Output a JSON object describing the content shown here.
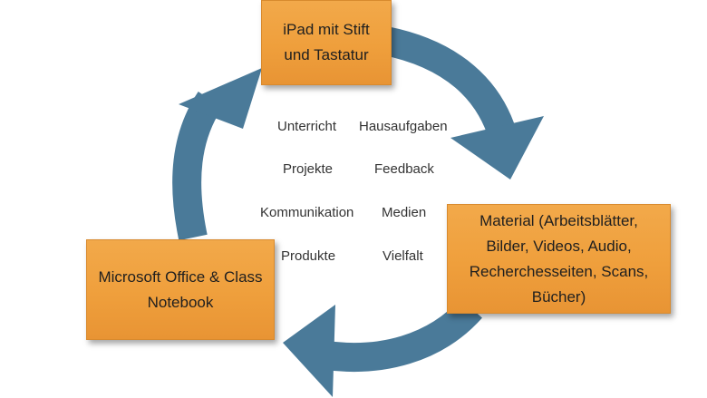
{
  "diagram": {
    "nodes": {
      "ipad": "iPad mit Stift\nund Tastatur",
      "material": "Material (Arbeitsblätter,\nBilder, Videos, Audio,\nRecherchesseiten, Scans,\nBücher)",
      "office": "Microsoft Office & Class\nNotebook"
    },
    "keywords": {
      "unterricht": "Unterricht",
      "hausaufgaben": "Hausaufgaben",
      "projekte": "Projekte",
      "feedback": "Feedback",
      "kommunikation": "Kommunikation",
      "medien": "Medien",
      "produkte": "Produkte",
      "vielfalt": "Vielfalt"
    },
    "colors": {
      "arrow": "#4a7a99",
      "box": "#ef9f3c",
      "text": "#333333"
    }
  }
}
